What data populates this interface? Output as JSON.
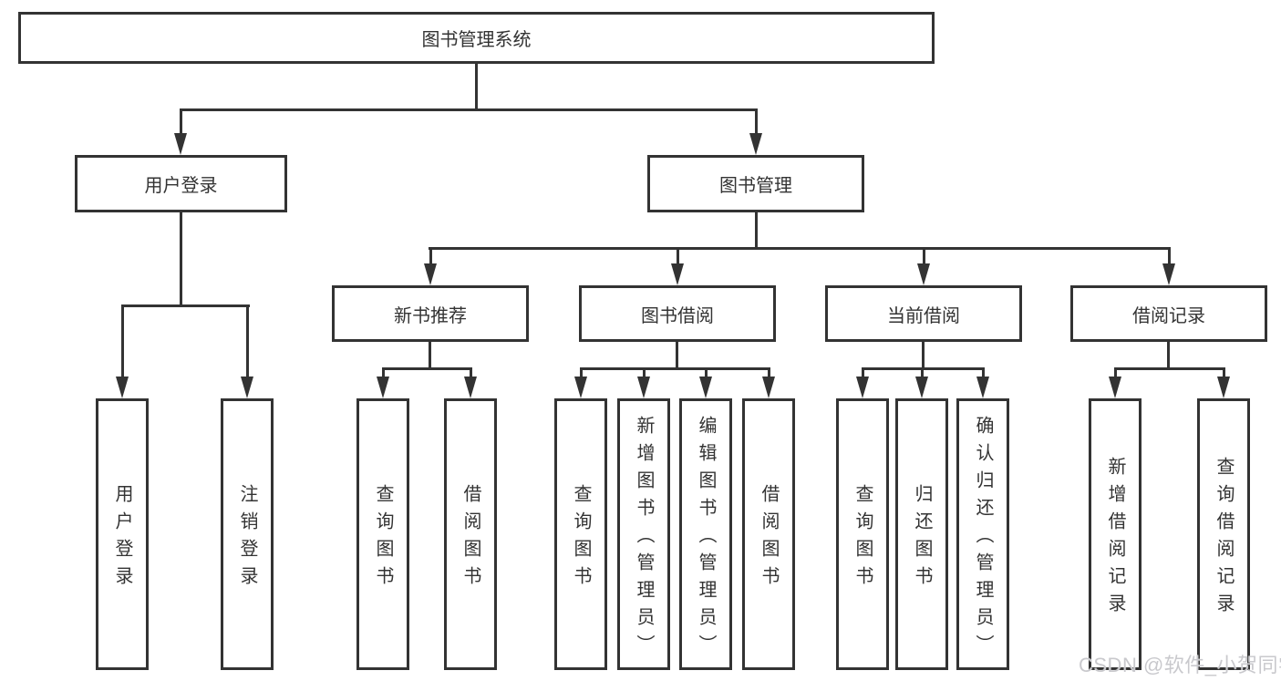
{
  "root": {
    "label": "图书管理系统"
  },
  "level2": {
    "user_login": {
      "label": "用户登录"
    },
    "book_mgmt": {
      "label": "图书管理"
    }
  },
  "level3": {
    "new_books": {
      "label": "新书推荐"
    },
    "book_borrow": {
      "label": "图书借阅"
    },
    "current_borrow": {
      "label": "当前借阅"
    },
    "borrow_records": {
      "label": "借阅记录"
    }
  },
  "leaves": {
    "user_login_login": {
      "label": "用户登录"
    },
    "user_login_logout": {
      "label": "注销登录"
    },
    "new_books_query": {
      "label": "查询图书"
    },
    "new_books_borrow": {
      "label": "借阅图书"
    },
    "book_borrow_query": {
      "label": "查询图书"
    },
    "book_borrow_add": {
      "label": "新增图书（管理员）"
    },
    "book_borrow_edit": {
      "label": "编辑图书（管理员）"
    },
    "book_borrow_borrow": {
      "label": "借阅图书"
    },
    "current_query": {
      "label": "查询图书"
    },
    "current_return": {
      "label": "归还图书"
    },
    "current_confirm": {
      "label": "确认归还（管理员）"
    },
    "records_add": {
      "label": "新增借阅记录"
    },
    "records_query": {
      "label": "查询借阅记录"
    }
  },
  "watermark": {
    "text": "CSDN @软件_小贺同学"
  },
  "colors": {
    "line": "#333333",
    "box_border": "#333333",
    "text": "#333333",
    "watermark": "#c9c9cd",
    "background": "#ffffff"
  }
}
